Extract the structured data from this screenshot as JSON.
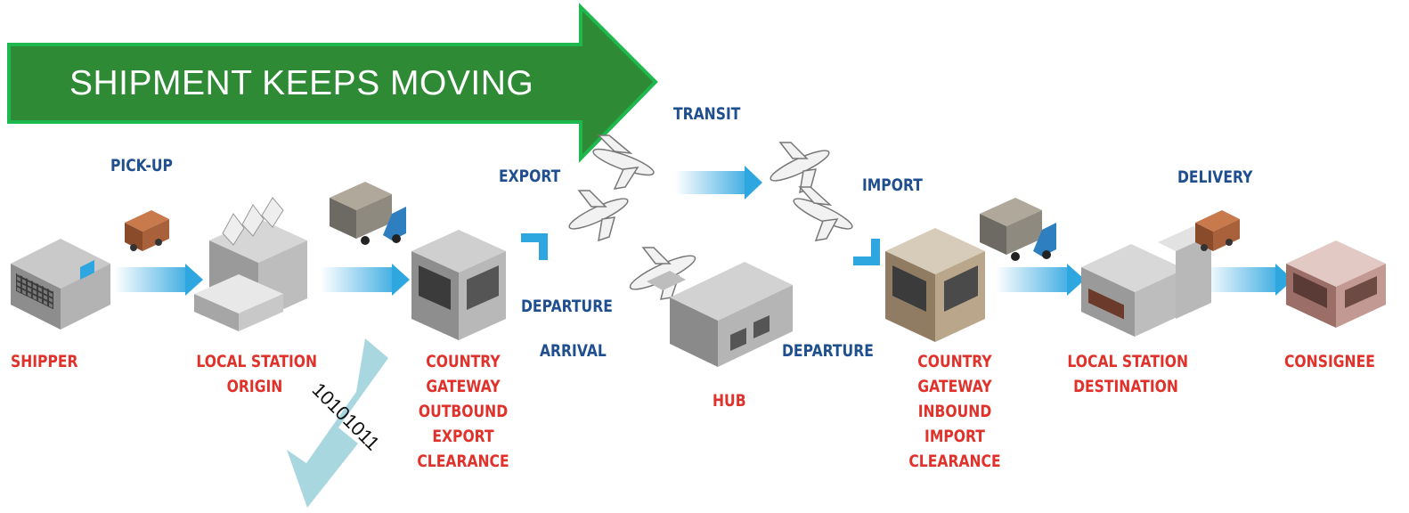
{
  "banner": {
    "text": "SHIPMENT KEEPS MOVING"
  },
  "steps": {
    "pickup": "PICK-UP",
    "export": "EXPORT",
    "transit": "TRANSIT",
    "import": "IMPORT",
    "delivery": "DELIVERY",
    "departure_1": "DEPARTURE",
    "arrival": "ARRIVAL",
    "departure_2": "DEPARTURE"
  },
  "nodes": {
    "shipper": [
      "SHIPPER"
    ],
    "local_origin": [
      "LOCAL STATION",
      "ORIGIN"
    ],
    "gateway_out": [
      "COUNTRY",
      "GATEWAY",
      "OUTBOUND",
      "EXPORT",
      "CLEARANCE"
    ],
    "hub": [
      "HUB"
    ],
    "gateway_in": [
      "COUNTRY",
      "GATEWAY",
      "INBOUND",
      "IMPORT",
      "CLEARANCE"
    ],
    "local_dest": [
      "LOCAL STATION",
      "DESTINATION"
    ],
    "consignee": [
      "CONSIGNEE"
    ]
  },
  "data_arrow": {
    "text": "10101011"
  },
  "colors": {
    "banner": "#2f8a35",
    "banner_border": "#1fb84f",
    "node_label": "#e0322b",
    "step_label": "#1f4f8f",
    "flow_arrow": "#2ea6e0",
    "data_arrow": "#a9d7e0"
  }
}
